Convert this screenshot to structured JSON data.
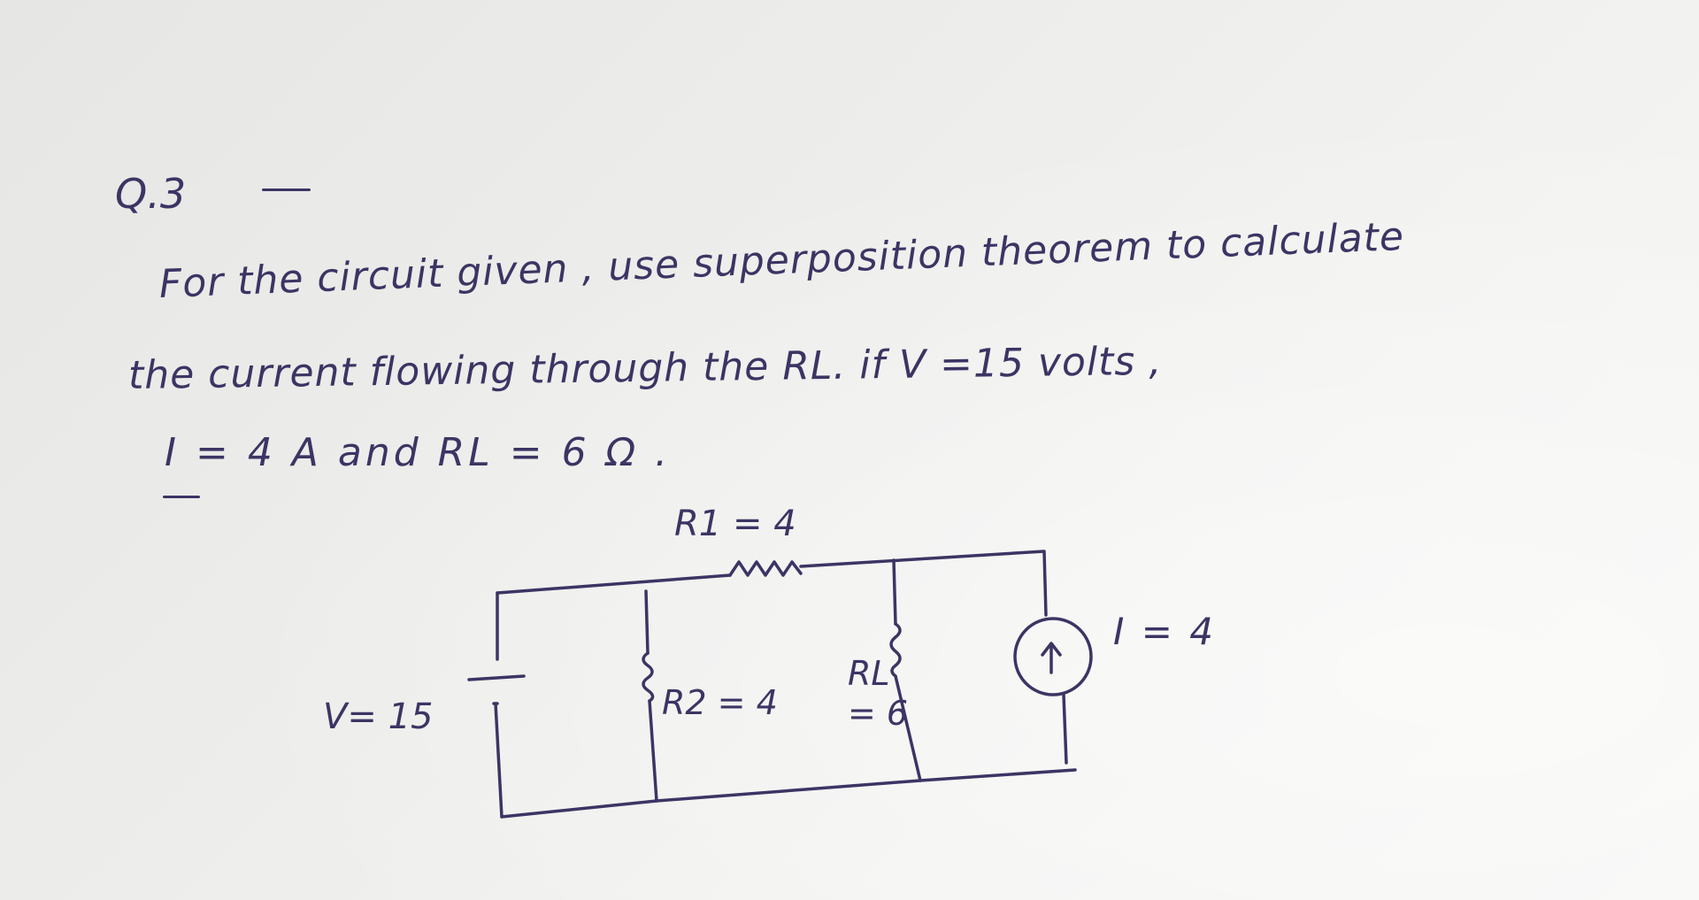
{
  "question": {
    "label": "Q.3",
    "line1": "For the circuit given , use superposition theorem to calculate",
    "line2": "the current flowing through the RL. if V =15 volts ,",
    "line3": "I = 4 A and RL = 6 Ω ."
  },
  "circuit": {
    "r1_label": "R1 = 4",
    "r2_label": "R2 = 4",
    "rl_label_top": "RL",
    "rl_label_bottom": "= 6",
    "v_label": "V= 15",
    "i_label": "I = 4",
    "current_arrow_icon": "up-arrow-icon"
  },
  "colors": {
    "ink": "#3b3564",
    "paper": "#eeeeec"
  }
}
